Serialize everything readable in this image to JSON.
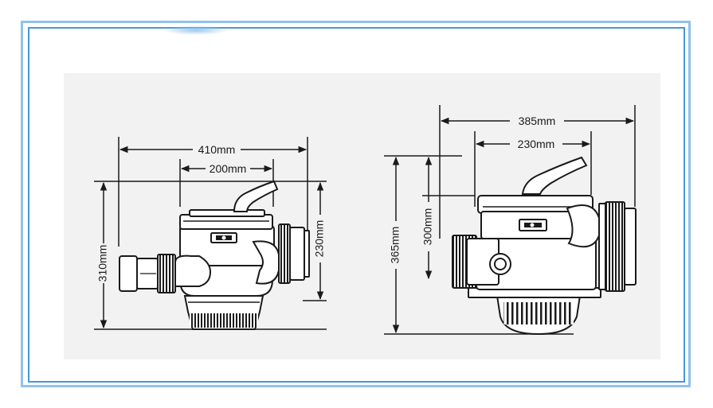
{
  "valve_left": {
    "dimensions": {
      "overall_width": "410mm",
      "body_width": "200mm",
      "overall_height": "310mm",
      "port_height": "230mm"
    }
  },
  "valve_right": {
    "dimensions": {
      "overall_width": "385mm",
      "body_width": "230mm",
      "overall_height": "365mm",
      "port_height": "300mm"
    }
  },
  "colors": {
    "frame_outer": "#8fc1ec",
    "frame_inner": "#4a95dc",
    "panel": "#f2f2f2",
    "line": "#1a1a1a"
  }
}
